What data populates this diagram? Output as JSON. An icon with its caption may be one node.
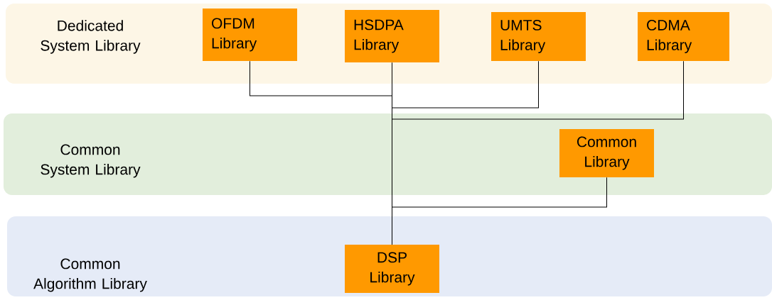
{
  "diagram": {
    "nodes": [
      {
        "text": [
          "Dedicated System Library"
        ]
      },
      {
        "text": [
          "OFDM Library"
        ],
        "in": 0
      },
      {
        "text": [
          "HSDPA Library"
        ],
        "in": 0
      },
      {
        "text": [
          "UMTS Library"
        ],
        "in": 0
      },
      {
        "text": [
          "CDMA Library"
        ],
        "in": 0
      },
      {
        "text": [
          "Common System Library"
        ]
      },
      {
        "text": [
          "Common Library"
        ],
        "in": 5
      },
      {
        "text": [
          "Common Algorithm Library"
        ]
      },
      {
        "text": [
          "DSP Library"
        ],
        "in": 7
      }
    ],
    "edges": [
      {
        "from": 1,
        "to": 8,
        "arrow": "none"
      },
      {
        "from": 2,
        "to": 8,
        "arrow": "none"
      },
      {
        "from": 3,
        "to": 8,
        "arrow": "none"
      },
      {
        "from": 4,
        "to": 8,
        "arrow": "none"
      },
      {
        "from": 6,
        "to": 8,
        "arrow": "none"
      }
    ]
  }
}
